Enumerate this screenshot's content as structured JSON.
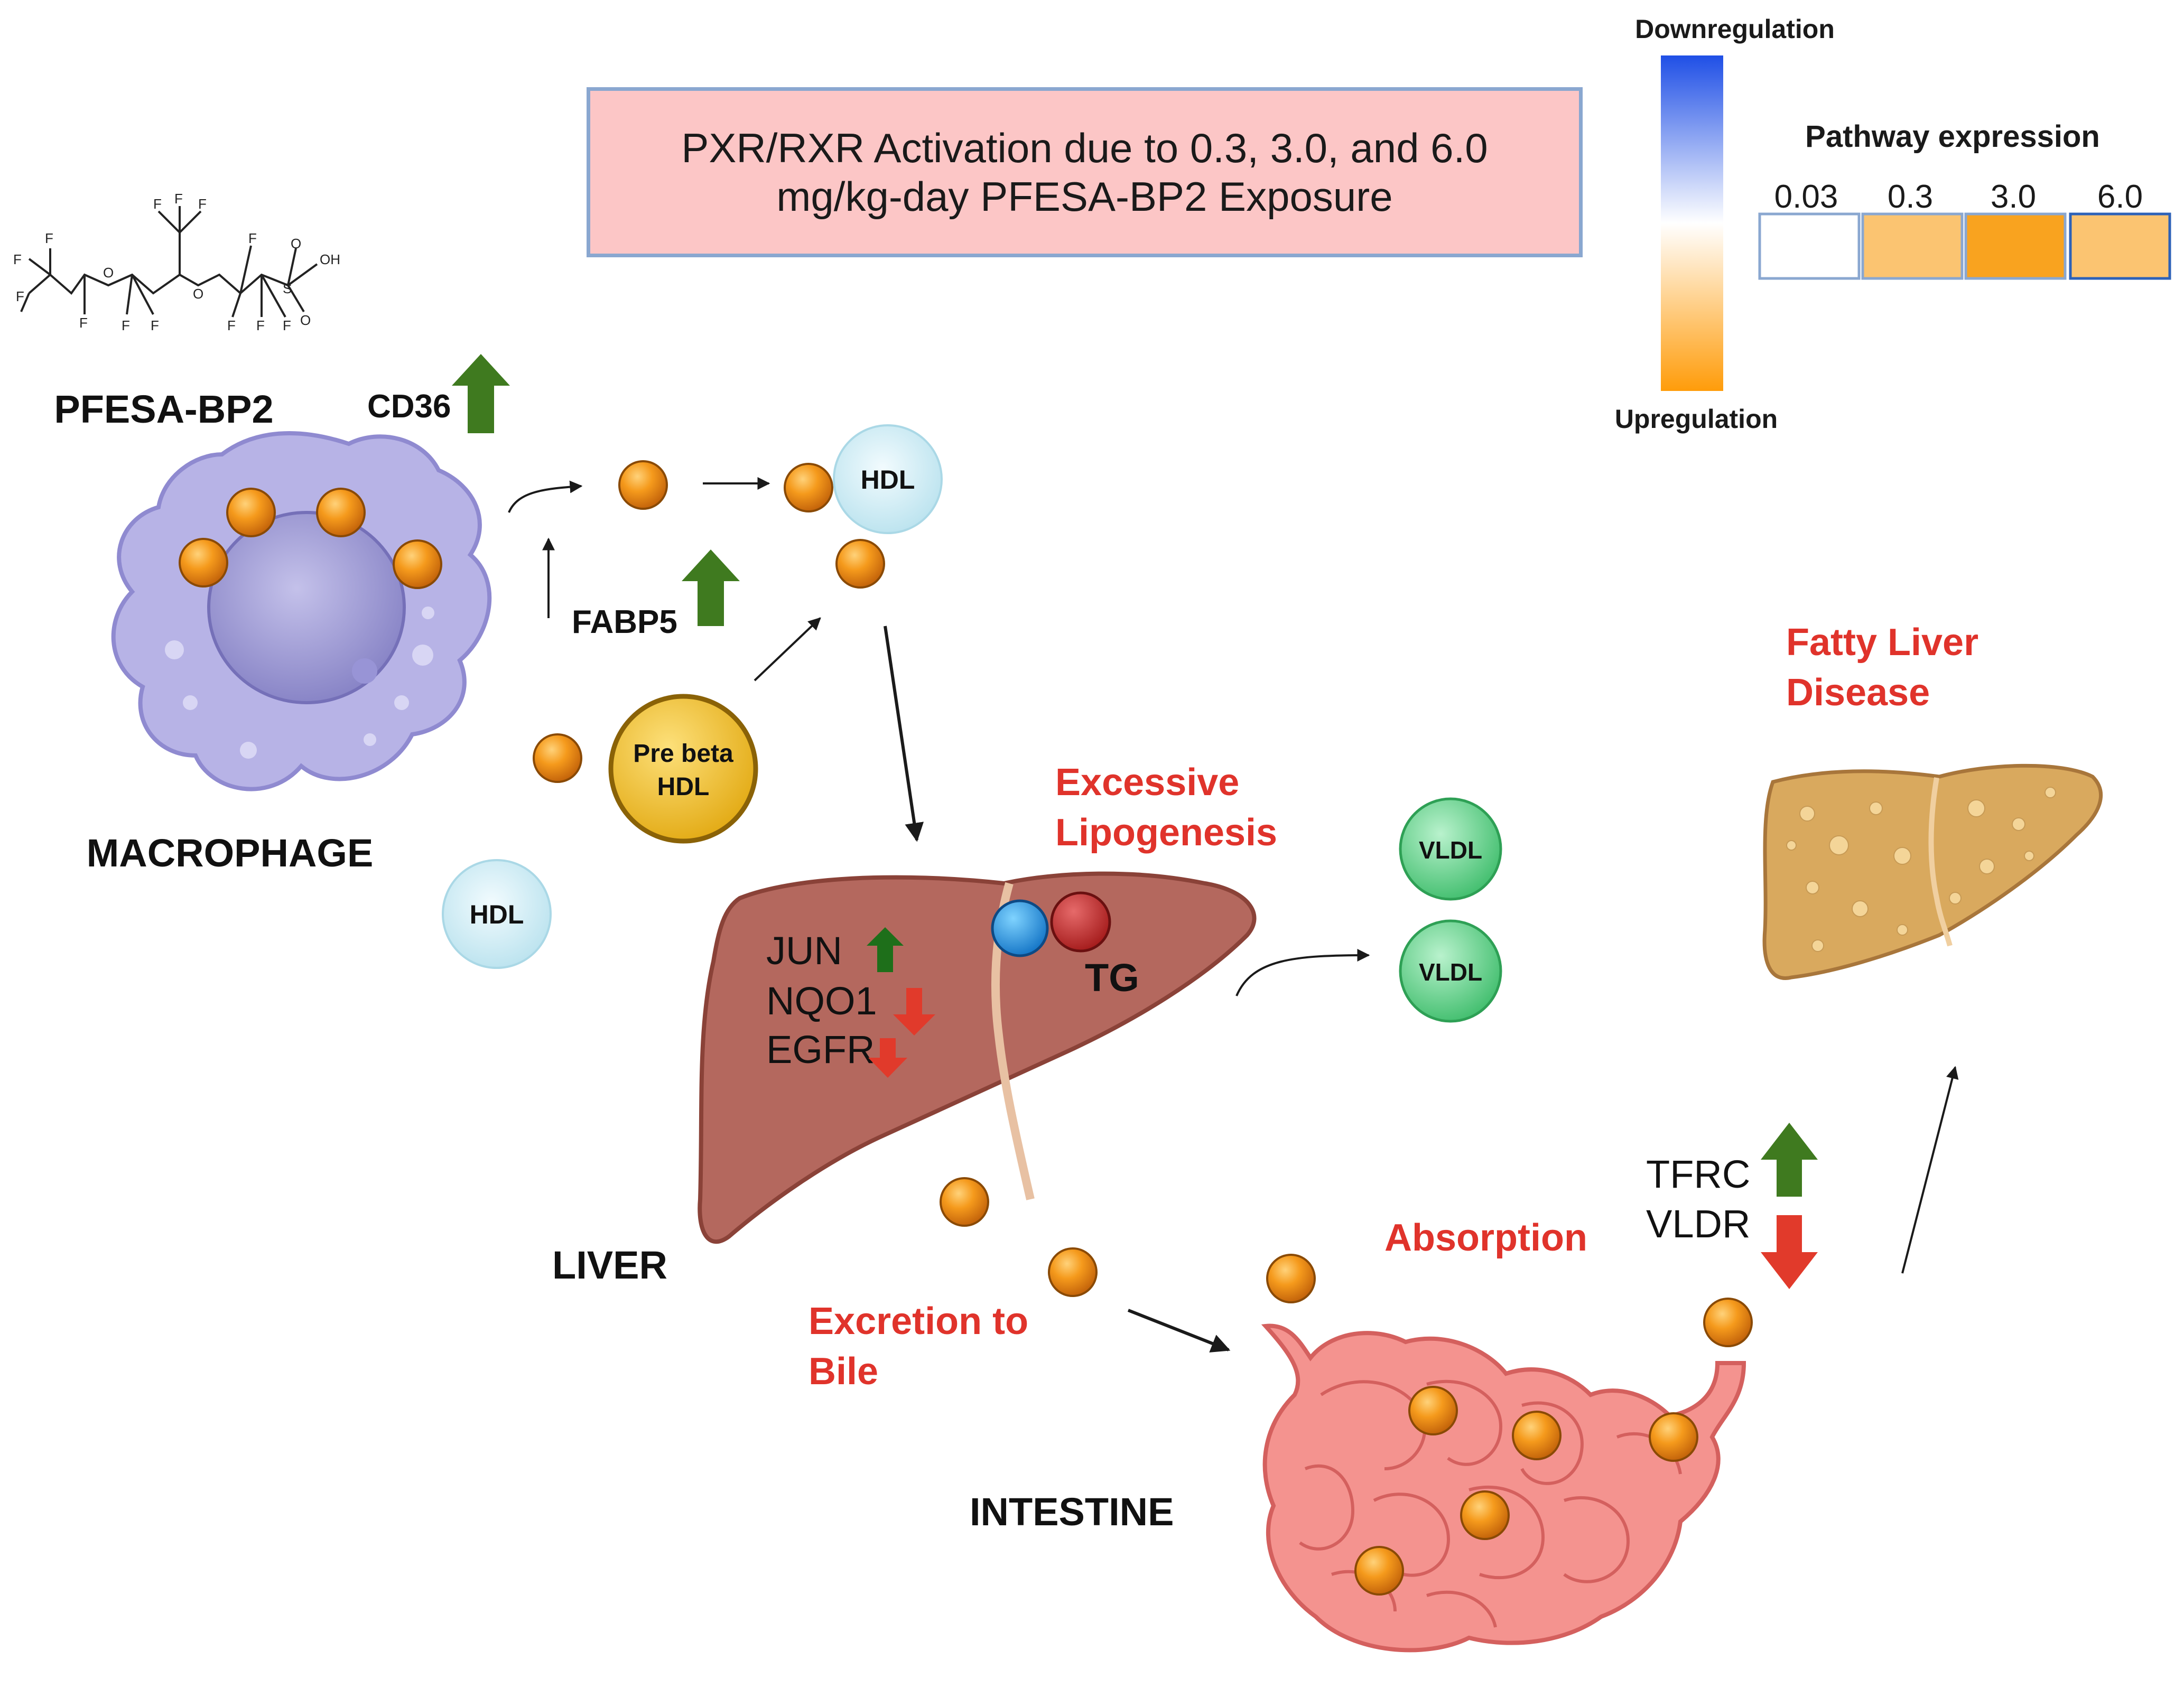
{
  "header": {
    "line1": "PXR/RXR Activation due to 0.3, 3.0, and 6.0",
    "line2": "mg/kg-day PFESA-BP2 Exposure"
  },
  "colorbar": {
    "top_label": "Downregulation",
    "bottom_label": "Upregulation",
    "colors": [
      "#1f4fe6",
      "#ffffff",
      "#ff9c0a"
    ]
  },
  "pathway_expression": {
    "title": "Pathway expression",
    "doses": [
      {
        "label": "0.03",
        "color": "#ffffff"
      },
      {
        "label": "0.3",
        "color": "#fbc471"
      },
      {
        "label": "3.0",
        "color": "#f9a31f"
      },
      {
        "label": "6.0",
        "color": "#fbc471"
      }
    ]
  },
  "chemical": {
    "name": "PFESA-BP2",
    "atoms": {
      "F": "F",
      "O": "O",
      "S": "S",
      "OH": "OH"
    }
  },
  "macrophage": {
    "label": "MACROPHAGE"
  },
  "genes": {
    "cd36": {
      "label": "CD36",
      "direction": "up"
    },
    "fabp5": {
      "label": "FABP5",
      "direction": "up"
    },
    "jun": {
      "label": "JUN",
      "direction": "up"
    },
    "nqo1": {
      "label": "NQO1",
      "direction": "down"
    },
    "egfr": {
      "label": "EGFR",
      "direction": "down"
    },
    "tfrc": {
      "label": "TFRC",
      "direction": "up"
    },
    "vldr": {
      "label": "VLDR",
      "direction": "down"
    }
  },
  "particles": {
    "hdl": "HDL",
    "pre_beta_hdl_1": "Pre beta",
    "pre_beta_hdl_2": "HDL",
    "vldl": "VLDL",
    "tg": "TG"
  },
  "organs": {
    "liver": "LIVER",
    "intestine": "INTESTINE"
  },
  "processes": {
    "lipogenesis_1": "Excessive",
    "lipogenesis_2": "Lipogenesis",
    "fatty_liver_1": "Fatty Liver",
    "fatty_liver_2": "Disease",
    "absorption": "Absorption",
    "excretion_1": "Excretion to",
    "excretion_2": "Bile"
  },
  "colors": {
    "up_arrow": "#3f7a1f",
    "down_arrow": "#e13a2b",
    "process_text": "#e0332b",
    "liver": "#b4685e",
    "fatty_liver": "#d9a95e",
    "intestine": "#f4938f",
    "macrophage": "#b7b3e6",
    "pfas_ball": "#f08a12",
    "hdl": "#cfeaf3",
    "vldl": "#5fd08a",
    "pre_beta_hdl": "#f3c22c"
  }
}
